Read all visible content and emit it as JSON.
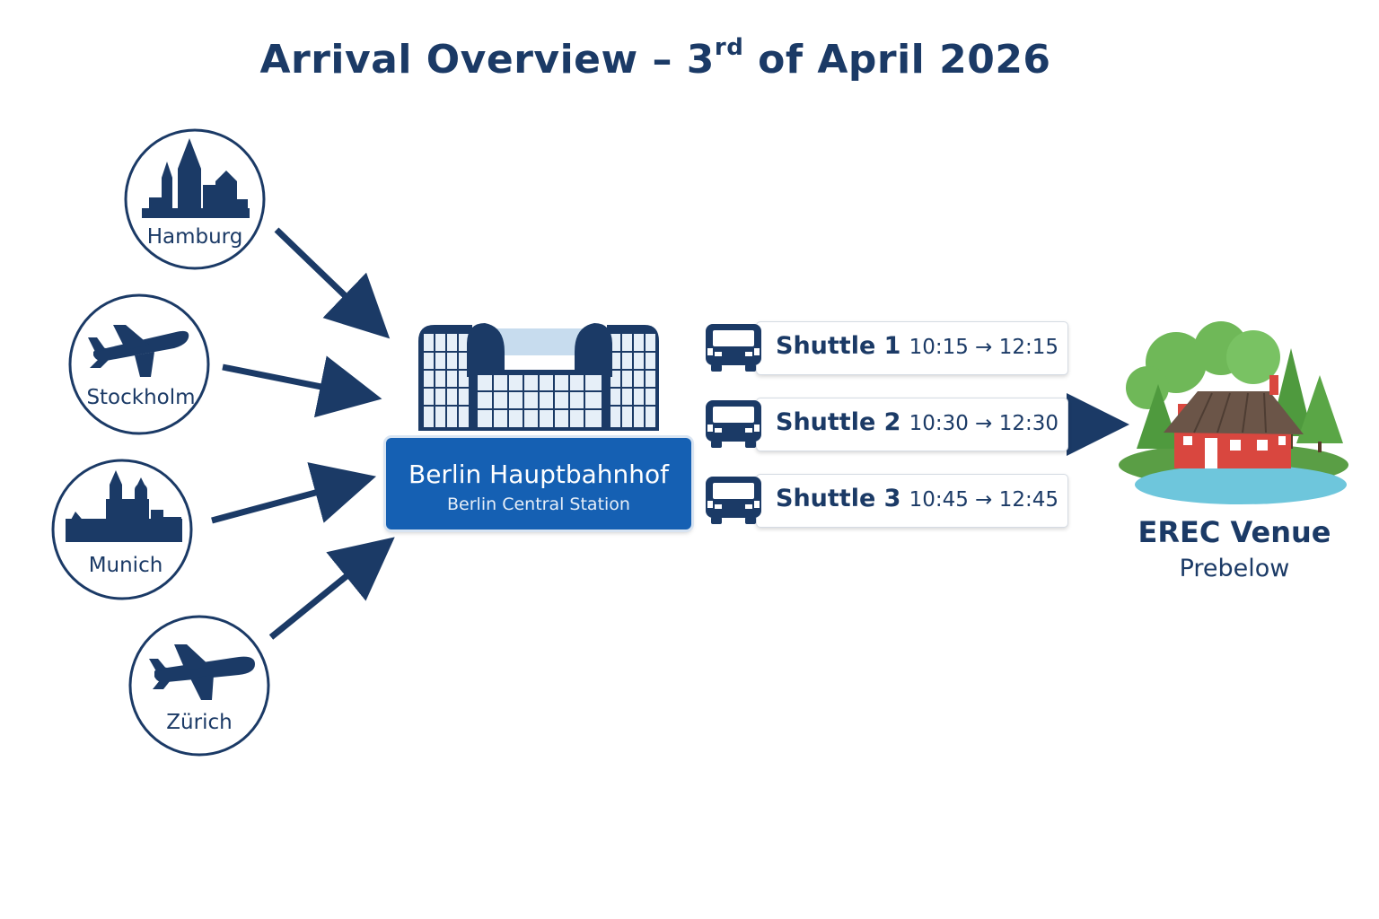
{
  "title": {
    "prefix": "Arrival Overview – 3",
    "superscript": "rd",
    "suffix": " of April 2026"
  },
  "origins": [
    {
      "label": "Hamburg",
      "icon": "city-skyline-icon"
    },
    {
      "label": "Stockholm",
      "icon": "airplane-icon"
    },
    {
      "label": "Munich",
      "icon": "city-skyline-icon"
    },
    {
      "label": "Zürich",
      "icon": "airplane-icon"
    }
  ],
  "hub": {
    "name": "Berlin Hauptbahnhof",
    "subtitle": "Berlin Central Station",
    "icon": "train-station-icon"
  },
  "shuttles": [
    {
      "name": "Shuttle 1",
      "time": "10:15 → 12:15",
      "icon": "bus-icon"
    },
    {
      "name": "Shuttle 2",
      "time": "10:30 → 12:30",
      "icon": "bus-icon"
    },
    {
      "name": "Shuttle 3",
      "time": "10:45 → 12:45",
      "icon": "bus-icon"
    }
  ],
  "destination": {
    "name": "EREC Venue",
    "subtitle": "Prebelow",
    "icon": "lakeside-house-icon"
  },
  "colors": {
    "primary": "#1b3a66",
    "sign": "#1560b3",
    "house": "#d9473f",
    "trees": "#5fae4a",
    "water": "#6ec6dc"
  }
}
